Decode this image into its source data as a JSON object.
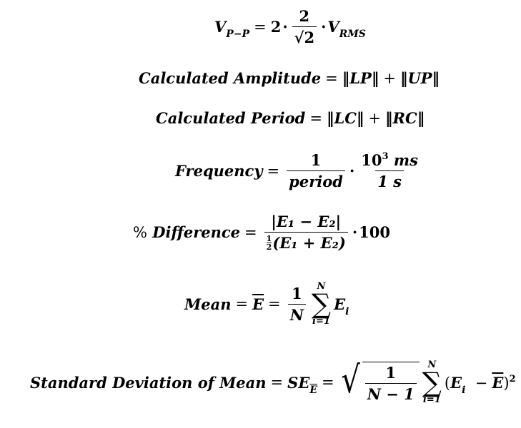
{
  "formulas": {
    "vpp": {
      "lhs_var": "V",
      "lhs_sub": "P−P",
      "eq": "=",
      "coef": "2",
      "dot": "·",
      "frac_num": "2",
      "frac_den": "√2",
      "dot2": "·",
      "rhs_var": "V",
      "rhs_sub": "RMS"
    },
    "amplitude": {
      "lhs": "Calculated Amplitude",
      "eq": "=",
      "term1": "‖LP‖",
      "plus": "+",
      "term2": "‖UP‖"
    },
    "period": {
      "lhs": "Calculated Period",
      "eq": "=",
      "term1": "‖LC‖",
      "plus": "+",
      "term2": "‖RC‖"
    },
    "frequency": {
      "lhs": "Frequency",
      "eq": "=",
      "frac1_num": "1",
      "frac1_den": "period",
      "dot": "·",
      "frac2_num_base": "10",
      "frac2_num_exp": "3",
      "frac2_num_unit": "ms",
      "frac2_den": "1 s"
    },
    "percent_difference": {
      "lhs_pct": "%",
      "lhs": "Difference",
      "eq": "=",
      "num": "|E₁ − E₂|",
      "den_half_num": "1",
      "den_half_den": "2",
      "den_rest": "(E₁ + E₂)",
      "dot": "·",
      "factor": "100"
    },
    "mean": {
      "lhs": "Mean",
      "eq1": "=",
      "ebar": "E",
      "eq2": "=",
      "frac_num": "1",
      "frac_den": "N",
      "sum_top": "N",
      "sum_sigma": "∑",
      "sum_bottom": "i=1",
      "term_var": "E",
      "term_sub": "i"
    },
    "std_dev_mean": {
      "lhs": "Standard Deviation of Mean",
      "eq1": "=",
      "se": "SE",
      "se_sub": "E",
      "eq2": "=",
      "frac_num": "1",
      "frac_den": "N − 1",
      "sum_top": "N",
      "sum_sigma": "∑",
      "sum_bottom": "i=1",
      "term_open": "(",
      "term_var": "E",
      "term_sub": "i",
      "term_minus": "−",
      "term_ebar": "E",
      "term_close": ")",
      "term_exp": "2"
    }
  }
}
